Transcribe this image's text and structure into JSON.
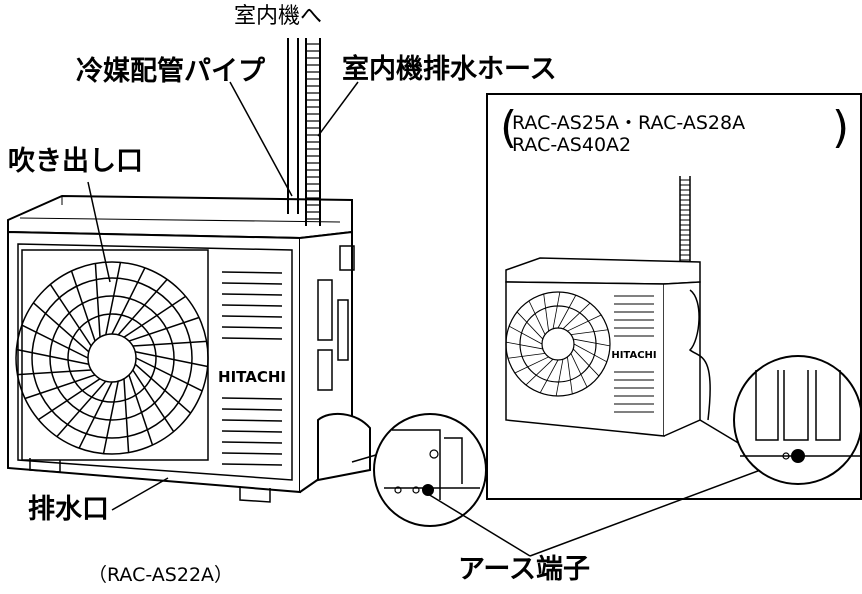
{
  "labels": {
    "indoor_unit": "室内機へ",
    "refrigerant_pipe": "冷媒配管パイプ",
    "drain_hose": "室内機排水ホース",
    "air_outlet": "吹き出し口",
    "drain_port": "排水口",
    "ground_terminal": "アース端子",
    "main_model": "（RAC-AS22A）",
    "inset_models_line1": "RAC-AS25A・RAC-AS28A",
    "inset_models_line2": "RAC-AS40A2",
    "paren_open": "(",
    "paren_close": ")"
  },
  "brand": "HITACHI",
  "colors": {
    "line": "#000000",
    "background": "#ffffff"
  }
}
